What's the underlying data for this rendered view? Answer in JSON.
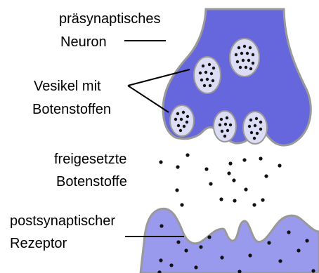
{
  "labels": {
    "presynaptic_line1": "präsynaptisches",
    "presynaptic_line2": "Neuron",
    "vesicle_line1": "Vesikel mit",
    "vesicle_line2": "Botenstoffen",
    "released_line1": "freigesetzte",
    "released_line2": "Botenstoffe",
    "postsynaptic_line1": "postsynaptischer",
    "postsynaptic_line2": "Rezeptor"
  },
  "colors": {
    "presynaptic_fill": "#6666dd",
    "postsynaptic_fill": "#9999ee",
    "membrane_outline": "#999999",
    "vesicle_fill": "#dcdcf4",
    "dot": "#111111",
    "label_line": "#000000"
  }
}
